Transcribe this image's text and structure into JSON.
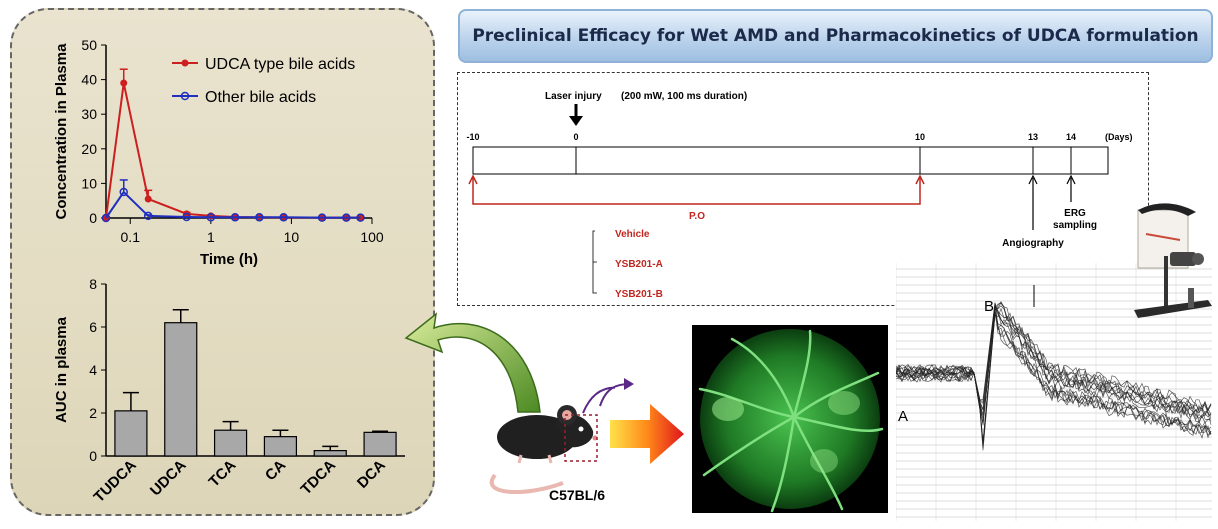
{
  "banner": {
    "title": "Preclinical Efficacy for Wet AMD and Pharmacokinetics of UDCA formulation"
  },
  "pk_chart": {
    "chart_data": {
      "type": "line",
      "title": "",
      "xlabel": "Time (h)",
      "ylabel": "Concentration in Plasma",
      "xscale": "log",
      "xlim": [
        0.05,
        100
      ],
      "ylim": [
        0,
        50
      ],
      "x_ticks": [
        "0.1",
        "1",
        "10",
        "100"
      ],
      "y_ticks": [
        "0",
        "10",
        "20",
        "30",
        "40",
        "50"
      ],
      "legend_position": "top-right",
      "series": [
        {
          "name": "UDCA type bile acids",
          "color": "#cc1f1f",
          "x": [
            0.05,
            0.083,
            0.167,
            0.5,
            1,
            2,
            4,
            8,
            24,
            48,
            72
          ],
          "y": [
            0,
            39,
            5.5,
            1.2,
            0.6,
            0.3,
            0.2,
            0.1,
            0.1,
            0.1,
            0.1
          ],
          "err": [
            0,
            4,
            2.5,
            0.4,
            0.3,
            0,
            0,
            0,
            0,
            0,
            0
          ]
        },
        {
          "name": "Other bile acids",
          "color": "#1f2fbf",
          "x": [
            0.05,
            0.083,
            0.167,
            0.5,
            1,
            2,
            4,
            8,
            24,
            48,
            72
          ],
          "y": [
            0,
            7.5,
            0.6,
            0.3,
            0.2,
            0.2,
            0.2,
            0.2,
            0.1,
            0.1,
            0.1
          ],
          "err": [
            0,
            3.5,
            0.3,
            0,
            0,
            0,
            0,
            0,
            0,
            0,
            0
          ]
        }
      ]
    }
  },
  "auc_chart": {
    "chart_data": {
      "type": "bar",
      "title": "",
      "xlabel": "",
      "ylabel": "AUC in plasma",
      "ylim": [
        0,
        8
      ],
      "y_ticks": [
        "0",
        "2",
        "4",
        "6",
        "8"
      ],
      "categories": [
        "TUDCA",
        "UDCA",
        "TCA",
        "CA",
        "TDCA",
        "DCA"
      ],
      "values": [
        2.1,
        6.2,
        1.2,
        0.9,
        0.25,
        1.1
      ],
      "errors": [
        0.85,
        0.6,
        0.4,
        0.3,
        0.2,
        0.05
      ],
      "bar_color": "#a8a8a8"
    }
  },
  "timeline": {
    "laser_label": "Laser injury",
    "laser_detail": "(200 mW, 100 ms duration)",
    "day_ticks": [
      {
        "day": -10,
        "label": "-10"
      },
      {
        "day": 0,
        "label": "0"
      },
      {
        "day": 10,
        "label": "10"
      },
      {
        "day": 13,
        "label": "13"
      },
      {
        "day": 14,
        "label": "14"
      }
    ],
    "unit_label": "(Days)",
    "po_label": "P.O",
    "angiography_label": "Angiography",
    "erg_label": "ERG\nsampling",
    "groups": [
      "Vehicle",
      "YSB201-A",
      "YSB201-B"
    ],
    "accent_color": "#c0261f"
  },
  "mouse": {
    "strain_label": "C57BL/6"
  },
  "erg": {
    "label_a": "A",
    "label_b": "B"
  }
}
